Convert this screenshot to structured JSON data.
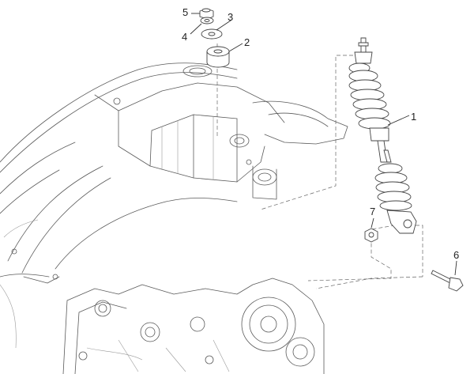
{
  "diagram": {
    "callouts": [
      {
        "id": "c1",
        "label": "1",
        "part": "shock-absorber"
      },
      {
        "id": "c2",
        "label": "2",
        "part": "rubber-bushing"
      },
      {
        "id": "c3",
        "label": "3",
        "part": "washer"
      },
      {
        "id": "c4",
        "label": "4",
        "part": "spring-washer"
      },
      {
        "id": "c5",
        "label": "5",
        "part": "top-nut"
      },
      {
        "id": "c6",
        "label": "6",
        "part": "bolt"
      },
      {
        "id": "c7",
        "label": "7",
        "part": "lower-nut"
      }
    ]
  }
}
